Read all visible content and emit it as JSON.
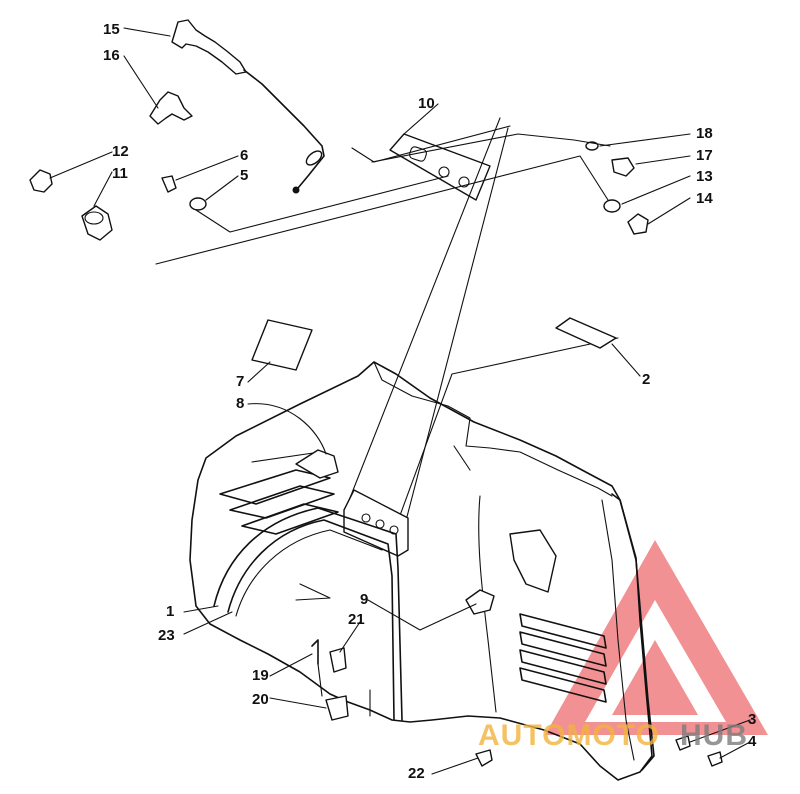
{
  "diagram": {
    "callouts": [
      "1",
      "2",
      "3",
      "4",
      "5",
      "6",
      "7",
      "8",
      "9",
      "10",
      "11",
      "12",
      "13",
      "14",
      "15",
      "16",
      "17",
      "18",
      "19",
      "20",
      "21",
      "22",
      "23"
    ]
  },
  "watermark": {
    "text_part1": "AUTOMOTO",
    "text_part2": "HUB",
    "color_primary": "#e8383b",
    "color_accent": "#f2b33d",
    "color_gray": "#7d7d7d"
  }
}
